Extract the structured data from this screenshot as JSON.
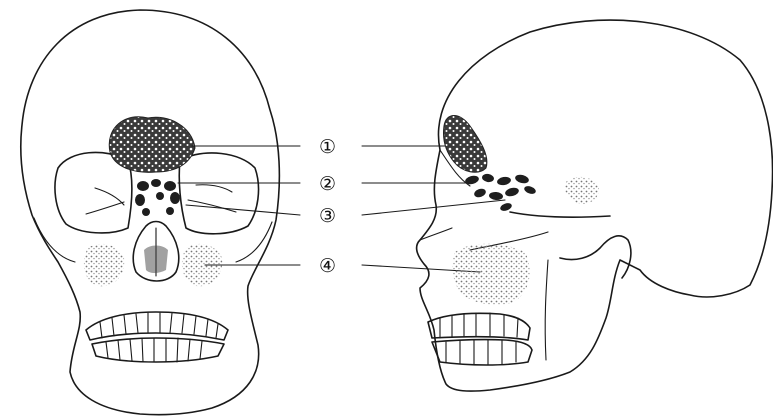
{
  "labels": [
    {
      "id": "1",
      "text": "①"
    },
    {
      "id": "2",
      "text": "②"
    },
    {
      "id": "3",
      "text": "③"
    },
    {
      "id": "4",
      "text": "④"
    }
  ],
  "colors": {
    "line": "#1a1a1a",
    "sinus_fill": "#222222",
    "stipple": "#888888"
  }
}
